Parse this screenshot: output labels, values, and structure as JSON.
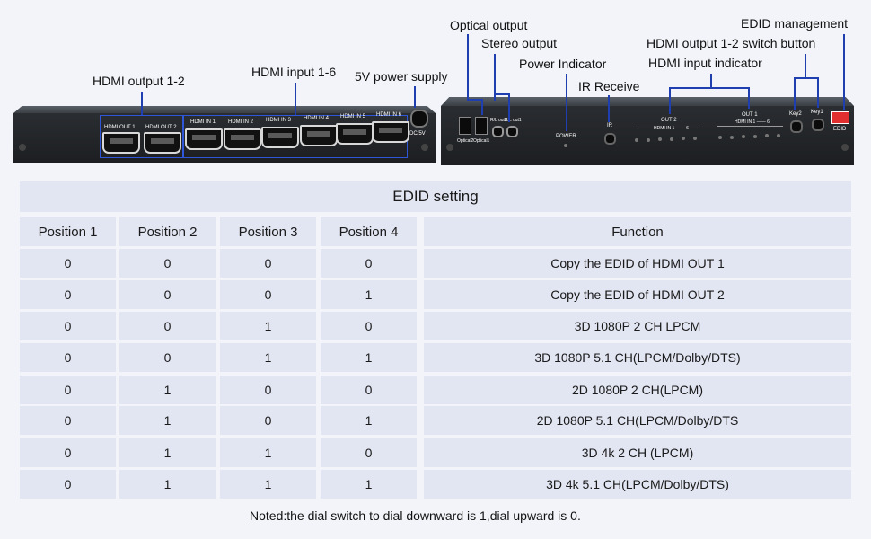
{
  "labels": {
    "hdmi_output": "HDMI output 1-2",
    "hdmi_input": "HDMI input 1-6",
    "power_supply": "5V power supply",
    "optical_output": "Optical output",
    "stereo_output": "Stereo output",
    "power_indicator": "Power Indicator",
    "ir_receive": "IR Receive",
    "edid_management": "EDID management",
    "output_switch_button": "HDMI output 1-2 switch button",
    "input_indicator": "HDMI input indicator"
  },
  "front_panel": {
    "outputs": [
      "HDMI OUT 1",
      "HDMI OUT 2"
    ],
    "inputs": [
      "HDMI IN 1",
      "HDMI IN 2",
      "HDMI IN 3",
      "HDMI IN 4",
      "HDMI IN 5",
      "HDMI IN 6"
    ],
    "dc_label": "DC/5V"
  },
  "rear_panel": {
    "optical_labels": [
      "Optical2",
      "Optical1"
    ],
    "stereo_labels": [
      "R/L out2",
      "R/L out1"
    ],
    "power_label": "POWER",
    "ir_label": "IR",
    "out2_label": "OUT 2",
    "out1_label": "OUT 1",
    "hdmi_in_range": "HDMI IN 1 —— 6",
    "key2": "Key2",
    "key1": "Key1",
    "edid_label": "EDID"
  },
  "table": {
    "title": "EDID setting",
    "headers": [
      "Position 1",
      "Position 2",
      "Position 3",
      "Position 4",
      "Function"
    ],
    "rows": [
      [
        "0",
        "0",
        "0",
        "0",
        "Copy the EDID of HDMI OUT 1"
      ],
      [
        "0",
        "0",
        "0",
        "1",
        "Copy the EDID of HDMI OUT 2"
      ],
      [
        "0",
        "0",
        "1",
        "0",
        "3D 1080P 2 CH LPCM"
      ],
      [
        "0",
        "0",
        "1",
        "1",
        "3D 1080P 5.1 CH(LPCM/Dolby/DTS)"
      ],
      [
        "0",
        "1",
        "0",
        "0",
        "2D 1080P 2 CH(LPCM)"
      ],
      [
        "0",
        "1",
        "0",
        "1",
        "2D 1080P 5.1 CH(LPCM/Dolby/DTS"
      ],
      [
        "0",
        "1",
        "1",
        "0",
        "3D 4k 2 CH (LPCM)"
      ],
      [
        "0",
        "1",
        "1",
        "1",
        "3D 4k 5.1 CH(LPCM/Dolby/DTS)"
      ]
    ]
  },
  "note": "Noted:the dial switch to dial downward is 1,dial upward is 0."
}
